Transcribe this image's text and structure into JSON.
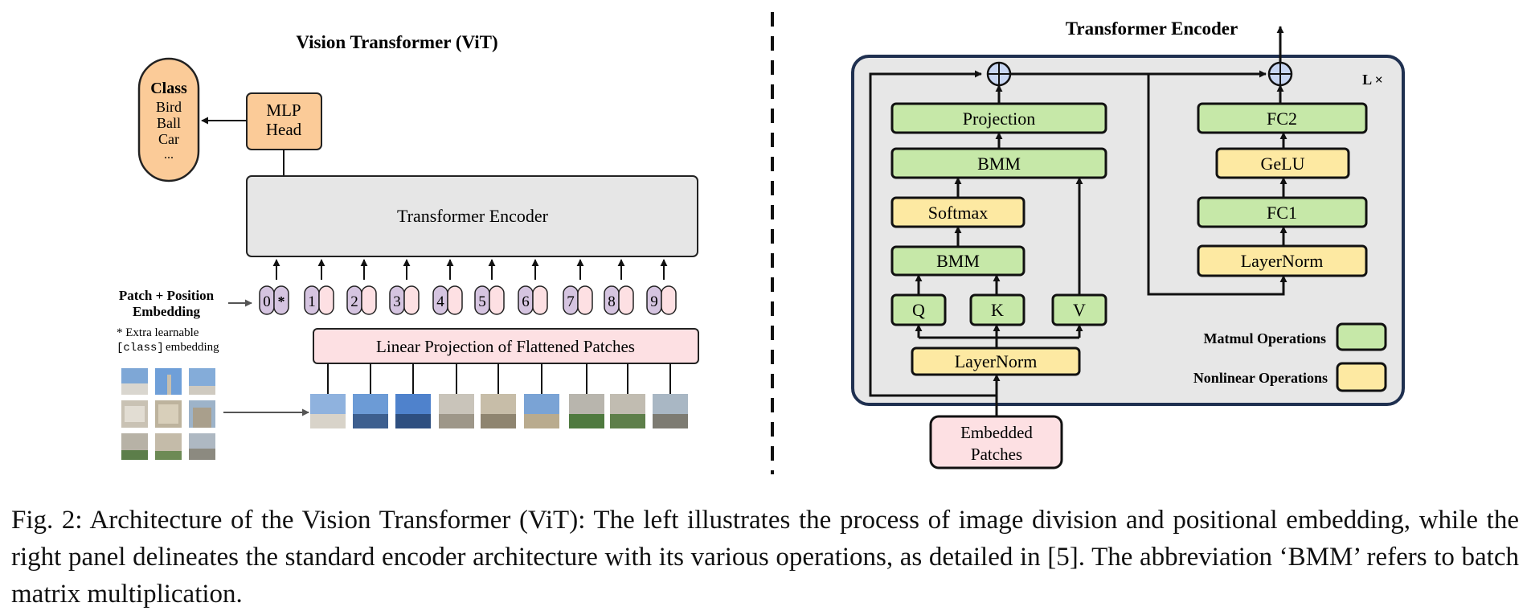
{
  "left": {
    "title": "Vision Transformer (ViT)",
    "class_box": {
      "header": "Class",
      "items": [
        "Bird",
        "Ball",
        "Car",
        "..."
      ]
    },
    "mlp_head": [
      "MLP",
      "Head"
    ],
    "encoder": "Transformer Encoder",
    "pe_label": [
      "Patch + Position",
      "Embedding"
    ],
    "extra_note": "* Extra learnable",
    "extra_note2_code": "[class]",
    "extra_note2_text": "embedding",
    "tokens": [
      "0",
      "1",
      "2",
      "3",
      "4",
      "5",
      "6",
      "7",
      "8",
      "9"
    ],
    "star": "*",
    "linear_proj": "Linear Projection of Flattened Patches"
  },
  "right": {
    "title": "Transformer Encoder",
    "repeat": "L ×",
    "attn_blocks": {
      "projection": "Projection",
      "bmm_top": "BMM",
      "softmax": "Softmax",
      "bmm_bottom": "BMM",
      "q": "Q",
      "k": "K",
      "v": "V",
      "layernorm": "LayerNorm"
    },
    "mlp_blocks": {
      "fc2": "FC2",
      "gelu": "GeLU",
      "fc1": "FC1",
      "layernorm": "LayerNorm"
    },
    "legend": {
      "matmul": "Matmul Operations",
      "nonlinear": "Nonlinear Operations"
    },
    "input": [
      "Embedded",
      "Patches"
    ]
  },
  "colors": {
    "matmul_green": "#c6e8a8",
    "nonlinear_yellow": "#fde9a2",
    "pink": "#fde0e3",
    "orange": "#fbcb98",
    "token_purple": "#d5c4e0",
    "encoder_gray": "#e6e6e6",
    "panel_gray": "#e7e7e7",
    "panel_border": "#1f3050"
  },
  "caption": "Fig. 2: Architecture of the Vision Transformer (ViT): The left illustrates the process of image division and positional embedding, while the right panel delineates the standard encoder architecture with its various operations, as detailed in [5]. The abbreviation ‘BMM’ refers to batch matrix multiplication."
}
